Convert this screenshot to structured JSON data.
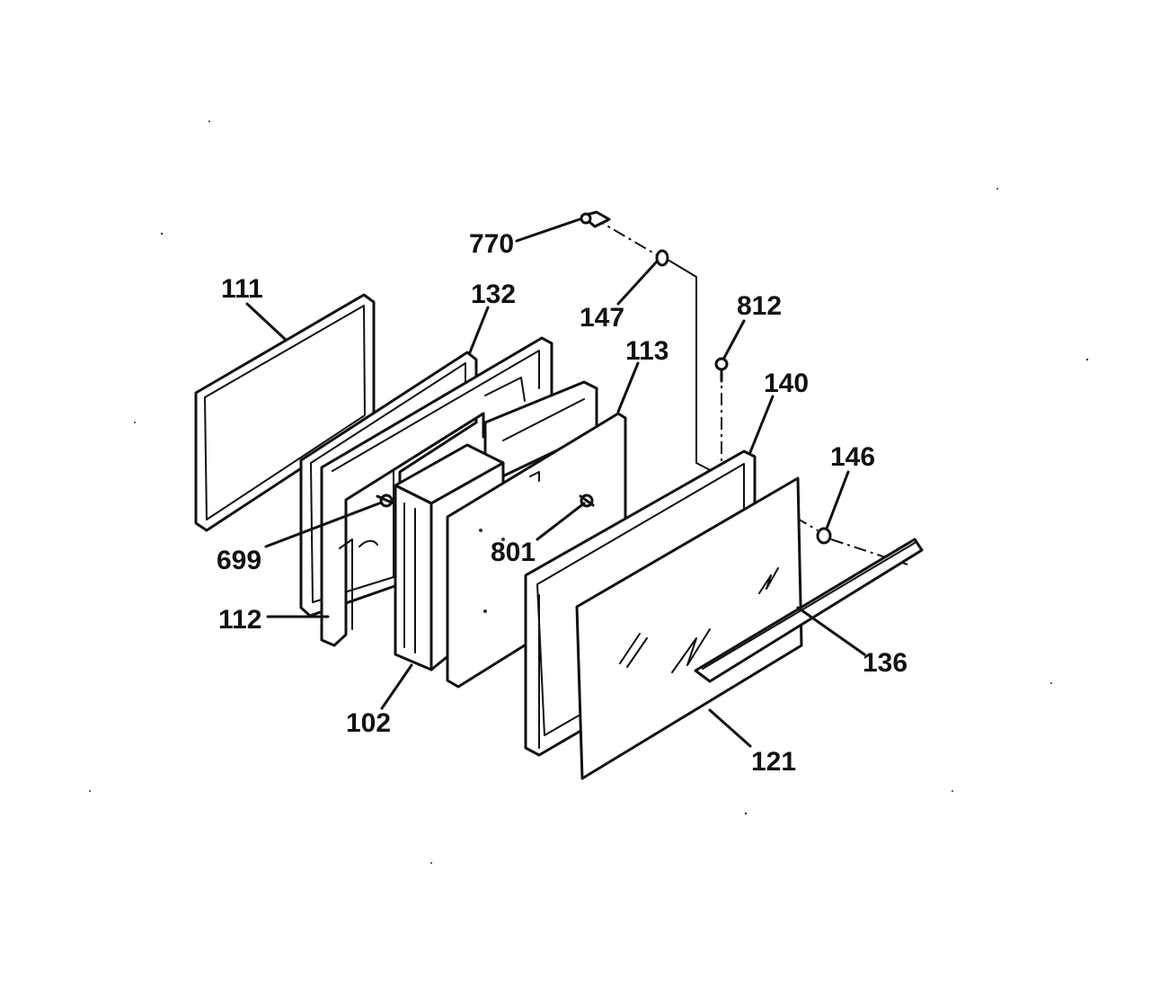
{
  "diagram": {
    "part_labels": {
      "p111": "111",
      "p132": "132",
      "p770": "770",
      "p147": "147",
      "p812": "812",
      "p113": "113",
      "p140": "140",
      "p146": "146",
      "p699": "699",
      "p801": "801",
      "p112": "112",
      "p102": "102",
      "p136": "136",
      "p121": "121"
    }
  }
}
